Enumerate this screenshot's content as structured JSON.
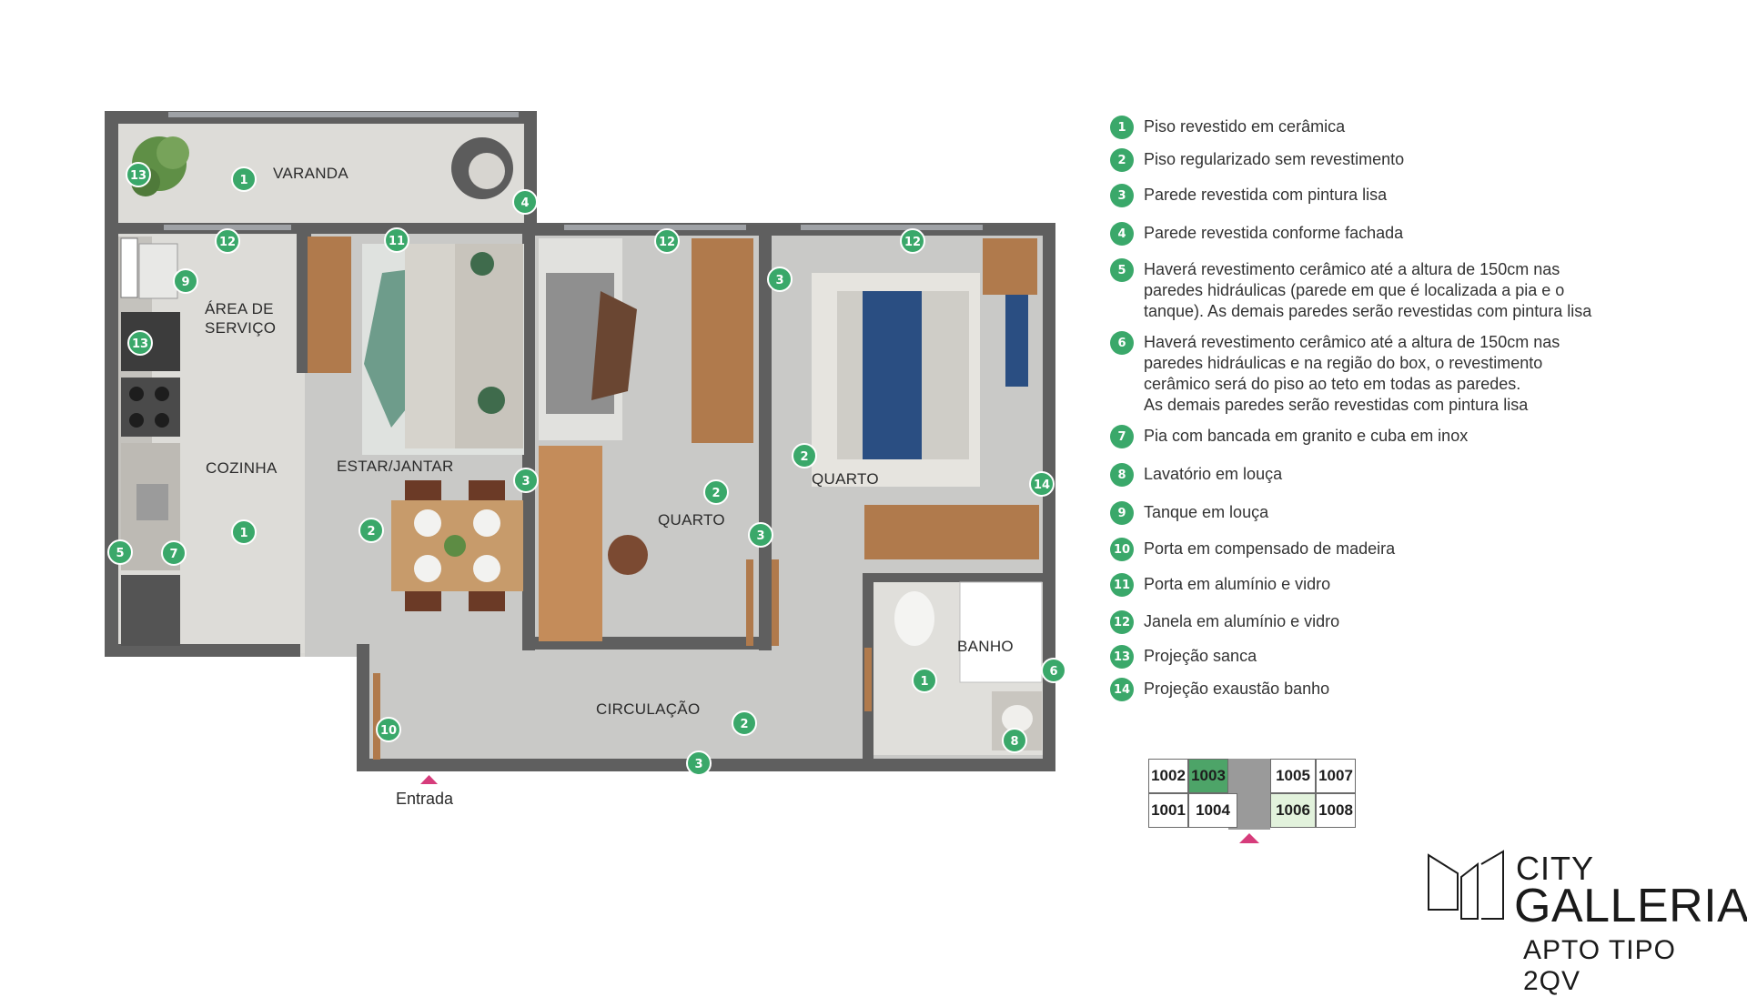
{
  "rooms": {
    "varanda": "VARANDA",
    "area_servico_l1": "ÁREA DE",
    "area_servico_l2": "SERVIÇO",
    "cozinha": "COZINHA",
    "estar_jantar": "ESTAR/JANTAR",
    "quarto_1": "QUARTO",
    "quarto_2": "QUARTO",
    "banho": "BANHO",
    "circulacao": "CIRCULAÇÃO"
  },
  "entrada_label": "Entrada",
  "plan_badges": [
    "13",
    "1",
    "4",
    "12",
    "11",
    "12",
    "12",
    "9",
    "13",
    "3",
    "1",
    "5",
    "7",
    "2",
    "3",
    "2",
    "3",
    "2",
    "14",
    "1",
    "6",
    "8",
    "10",
    "2",
    "3"
  ],
  "legend": [
    {
      "num": "1",
      "text": "Piso revestido em cerâmica"
    },
    {
      "num": "2",
      "text": "Piso regularizado sem revestimento"
    },
    {
      "num": "3",
      "text": "Parede revestida com pintura lisa"
    },
    {
      "num": "4",
      "text": "Parede revestida conforme fachada"
    },
    {
      "num": "5",
      "text": "Haverá revestimento cerâmico até a altura de 150cm nas\nparedes hidráulicas (parede em que é localizada a pia e o\ntanque). As demais paredes serão revestidas com pintura lisa"
    },
    {
      "num": "6",
      "text": "Haverá revestimento cerâmico até a altura de 150cm nas\nparedes hidráulicas e na região do box, o revestimento\ncerâmico será do piso ao teto em todas as paredes.\nAs demais paredes serão revestidas com pintura lisa"
    },
    {
      "num": "7",
      "text": "Pia com bancada em granito e cuba em inox"
    },
    {
      "num": "8",
      "text": "Lavatório em louça"
    },
    {
      "num": "9",
      "text": "Tanque em louça"
    },
    {
      "num": "10",
      "text": "Porta em compensado de madeira"
    },
    {
      "num": "11",
      "text": "Porta em alumínio e vidro"
    },
    {
      "num": "12",
      "text": "Janela em alumínio e vidro"
    },
    {
      "num": "13",
      "text": "Projeção sanca"
    },
    {
      "num": "14",
      "text": "Projeção exaustão banho"
    }
  ],
  "key_plan": {
    "units": [
      "1002",
      "1003",
      "1005",
      "1007",
      "1001",
      "1004",
      "1006",
      "1008"
    ],
    "highlight_current": "1003",
    "highlight_mirror": "1006"
  },
  "brand": {
    "city": "CITY",
    "galleria": "GALLERIA",
    "subtitle": "APTO TIPO 2QV"
  },
  "colors": {
    "badge": "#3aa86a",
    "wall": "#5f5f5f",
    "floor_concrete": "#c9c9c7",
    "floor_tile": "#dddcd8",
    "wood": "#b07a4c",
    "bed_blue": "#2a4e82",
    "entrance_arrow": "#d63c7b",
    "unit_highlight": "#4da468",
    "unit_mirror": "#e2f2dc"
  }
}
